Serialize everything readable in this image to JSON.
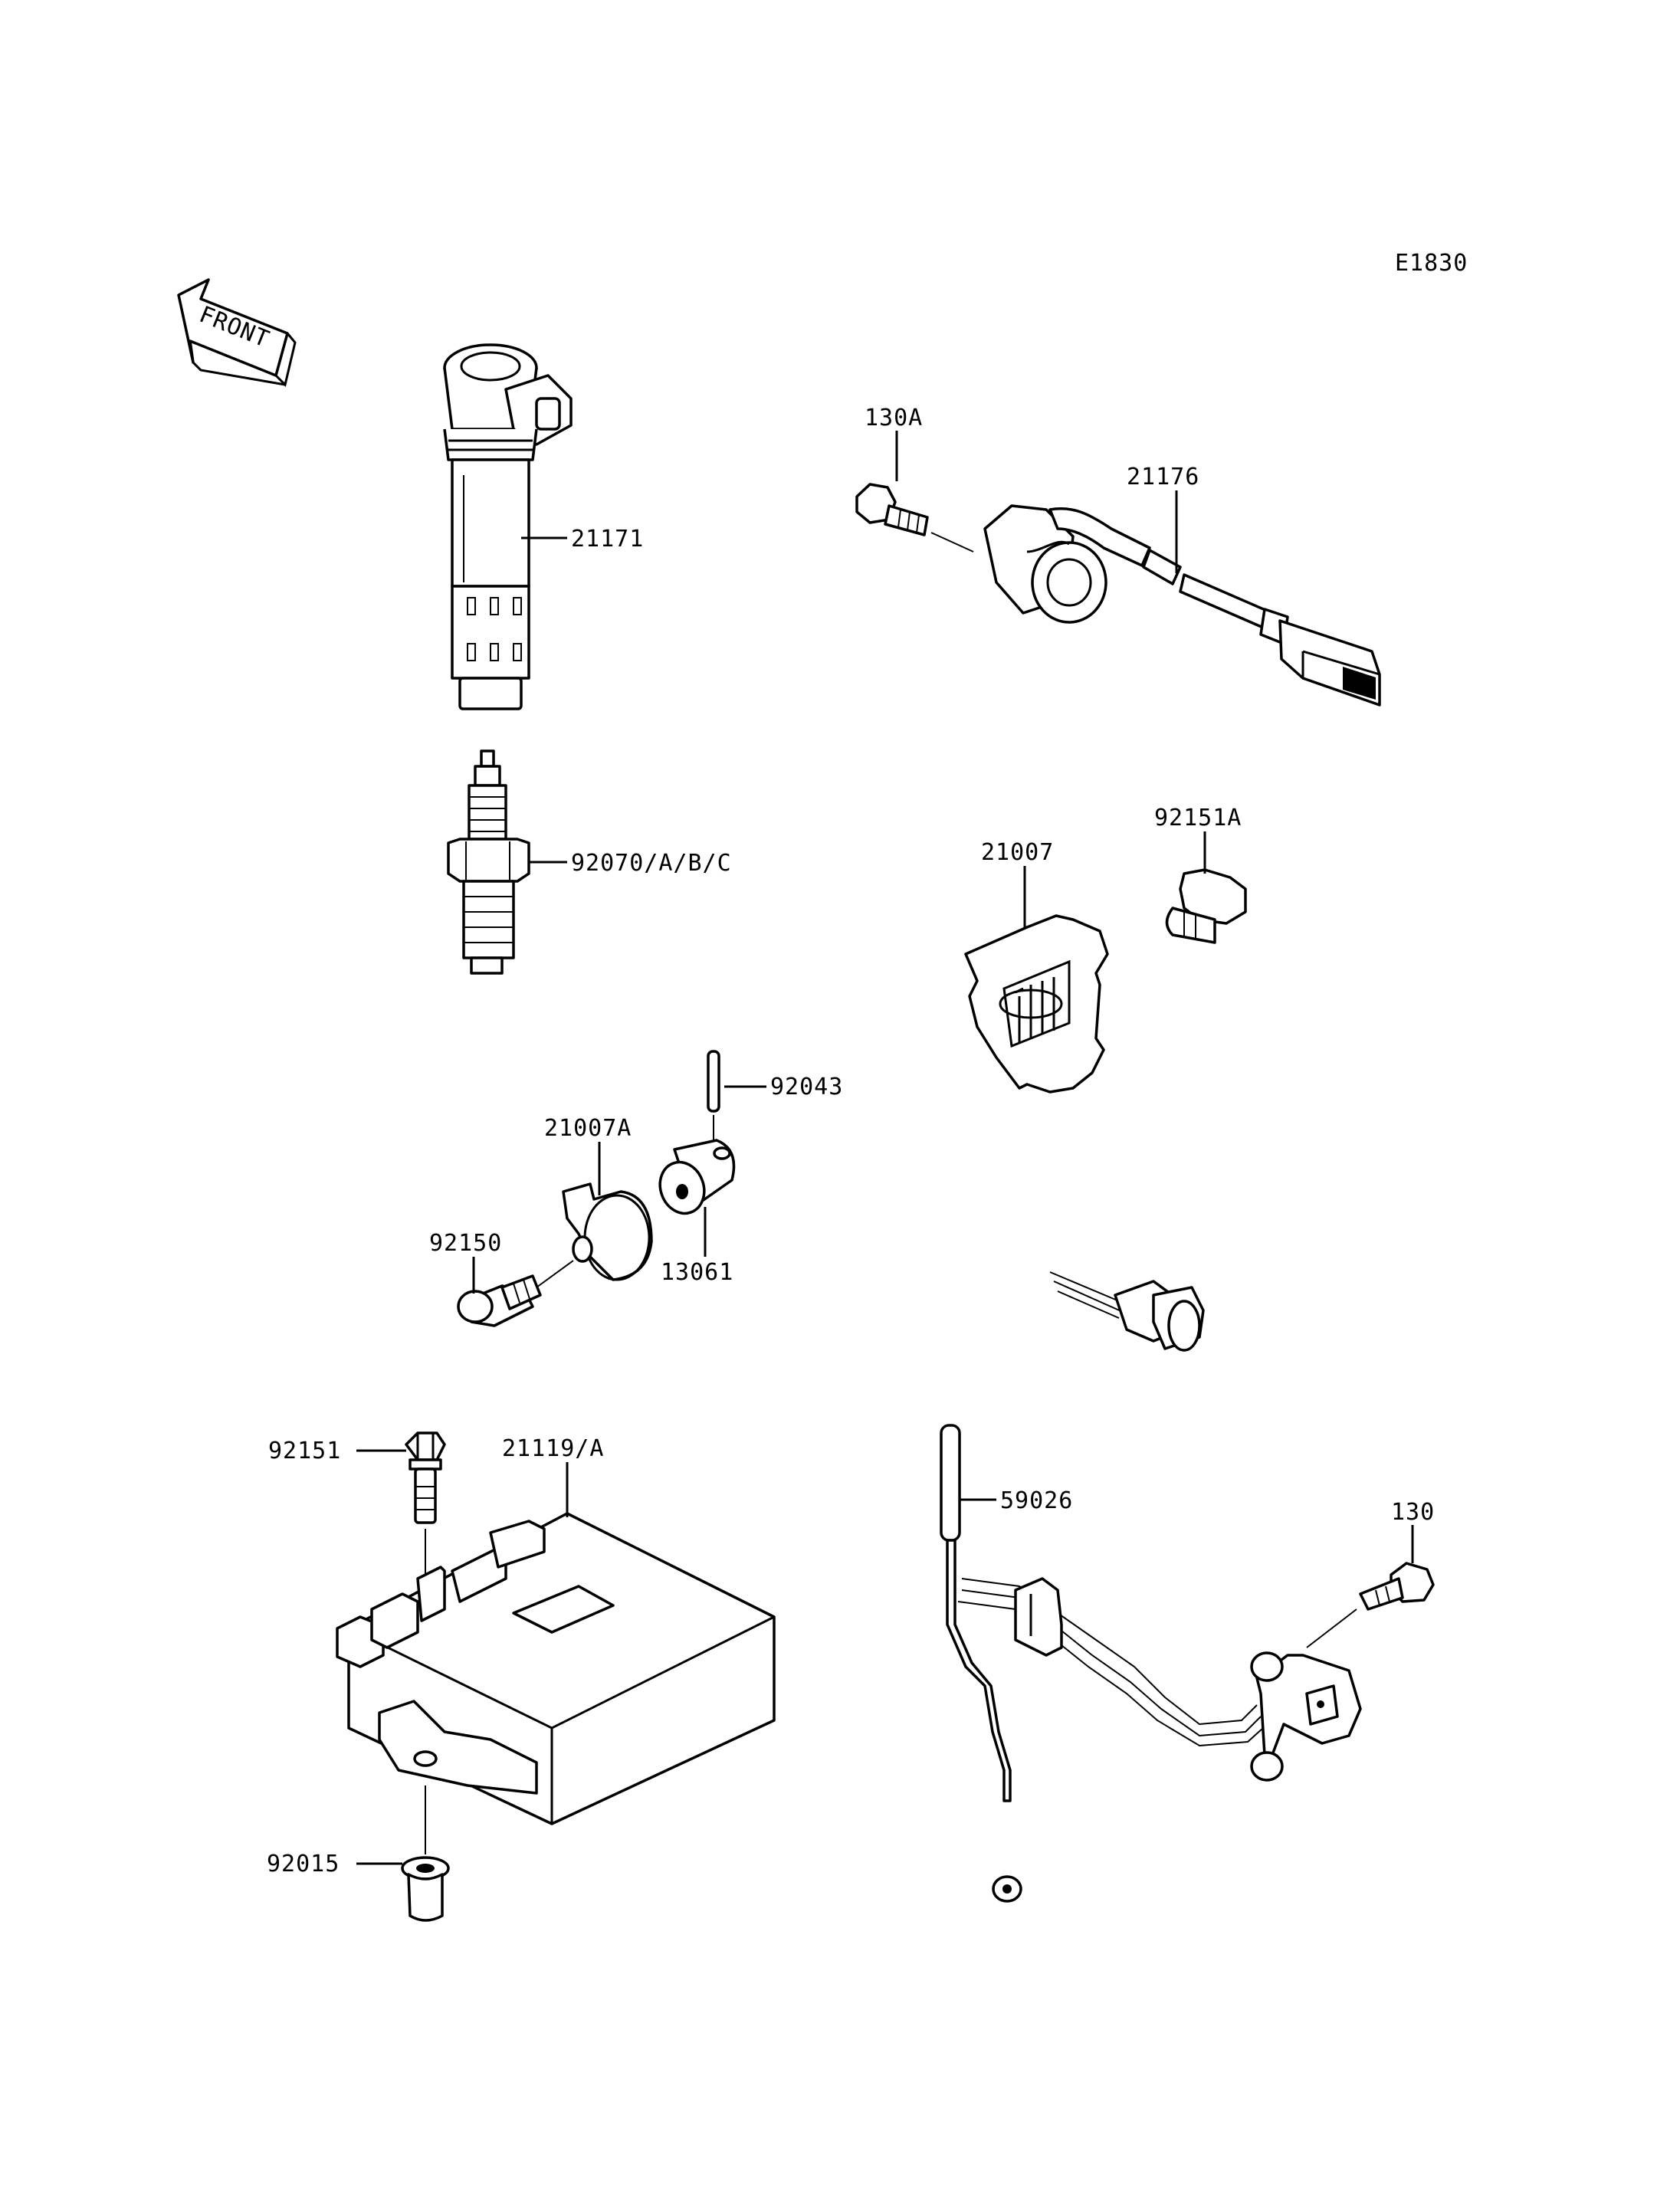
{
  "diagram_code": "E1830",
  "front_label": "FRONT",
  "parts": {
    "ignition_coil": "21171",
    "spark_plug": "92070/A/B/C",
    "bolt_130a": "130A",
    "pickup_sensor": "21176",
    "bolt_92151a": "92151A",
    "rotor_plate": "21007",
    "pin": "92043",
    "timing_rotor": "21007A",
    "bolt_92150": "92150",
    "collar": "13061",
    "bolt_92151": "92151",
    "igniter": "21119/A",
    "grommet": "92015",
    "harness": "59026",
    "bolt_130": "130"
  }
}
